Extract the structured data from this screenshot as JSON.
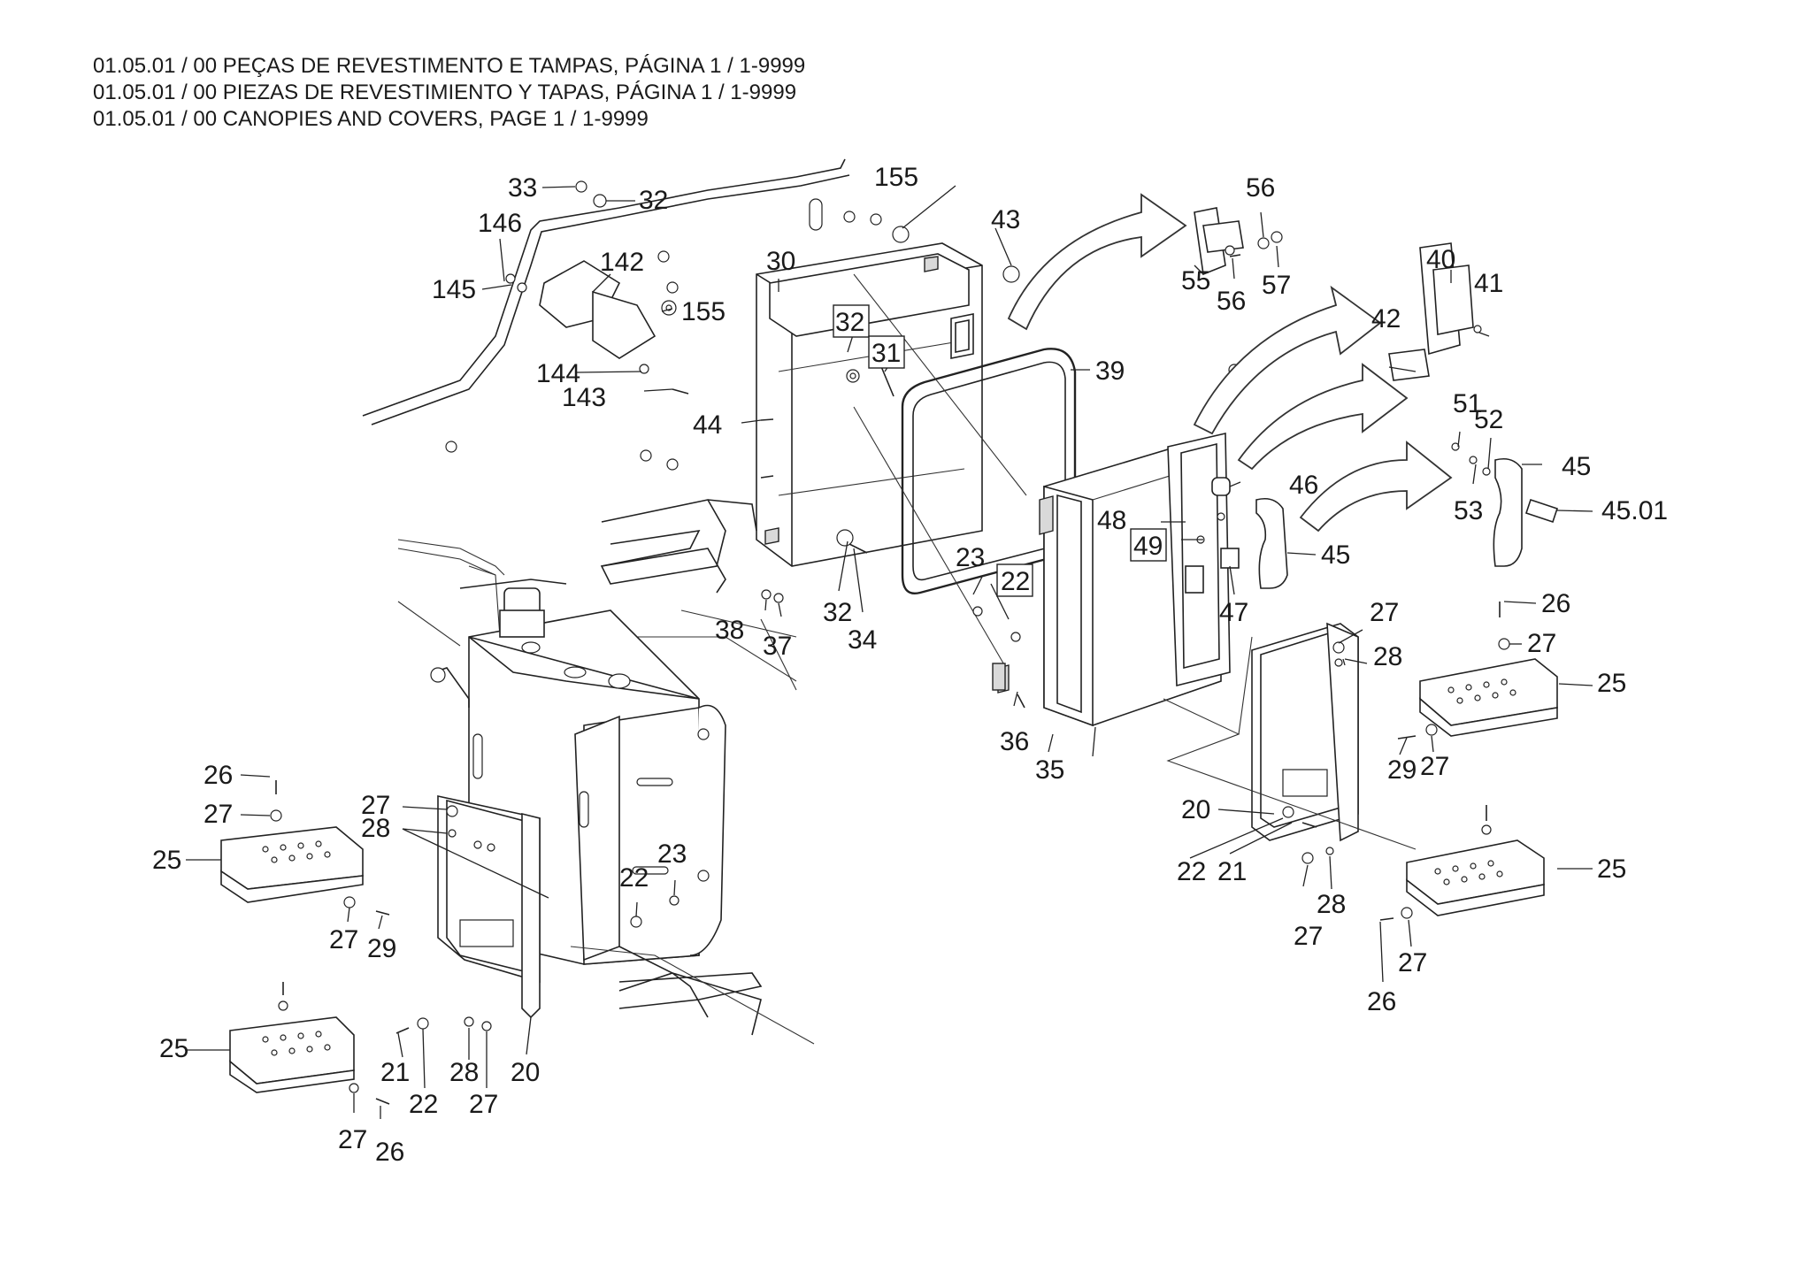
{
  "header": {
    "lines": [
      "01.05.01 / 00 PEÇAS DE REVESTIMENTO E TAMPAS, PÁGINA 1 / 1-9999",
      "01.05.01 / 00 PIEZAS DE REVESTIMIENTO Y TAPAS, PÁGINA 1 / 1-9999",
      "01.05.01 / 00 CANOPIES AND COVERS, PAGE 1 / 1-9999"
    ]
  },
  "callouts": [
    {
      "label": "33"
    },
    {
      "label": "32"
    },
    {
      "label": "155"
    },
    {
      "label": "43"
    },
    {
      "label": "56"
    },
    {
      "label": "146"
    },
    {
      "label": "142"
    },
    {
      "label": "30"
    },
    {
      "label": "145"
    },
    {
      "label": "155"
    },
    {
      "label": "32",
      "boxed": true
    },
    {
      "label": "31",
      "boxed": true
    },
    {
      "label": "55"
    },
    {
      "label": "56"
    },
    {
      "label": "57"
    },
    {
      "label": "40"
    },
    {
      "label": "41"
    },
    {
      "label": "42"
    },
    {
      "label": "39"
    },
    {
      "label": "144"
    },
    {
      "label": "143"
    },
    {
      "label": "44"
    },
    {
      "label": "51"
    },
    {
      "label": "52"
    },
    {
      "label": "45"
    },
    {
      "label": "46"
    },
    {
      "label": "53"
    },
    {
      "label": "45.01"
    },
    {
      "label": "48"
    },
    {
      "label": "49",
      "boxed": true
    },
    {
      "label": "45"
    },
    {
      "label": "23"
    },
    {
      "label": "22",
      "boxed": true
    },
    {
      "label": "47"
    },
    {
      "label": "38"
    },
    {
      "label": "32"
    },
    {
      "label": "34"
    },
    {
      "label": "37"
    },
    {
      "label": "26"
    },
    {
      "label": "27"
    },
    {
      "label": "28"
    },
    {
      "label": "27"
    },
    {
      "label": "25"
    },
    {
      "label": "36"
    },
    {
      "label": "29"
    },
    {
      "label": "27"
    },
    {
      "label": "35"
    },
    {
      "label": "26"
    },
    {
      "label": "27"
    },
    {
      "label": "20"
    },
    {
      "label": "27"
    },
    {
      "label": "28"
    },
    {
      "label": "25"
    },
    {
      "label": "22"
    },
    {
      "label": "21"
    },
    {
      "label": "25"
    },
    {
      "label": "22"
    },
    {
      "label": "23"
    },
    {
      "label": "28"
    },
    {
      "label": "27"
    },
    {
      "label": "27"
    },
    {
      "label": "29"
    },
    {
      "label": "27"
    },
    {
      "label": "26"
    },
    {
      "label": "25"
    },
    {
      "label": "21"
    },
    {
      "label": "28"
    },
    {
      "label": "22"
    },
    {
      "label": "27"
    },
    {
      "label": "20"
    },
    {
      "label": "27"
    },
    {
      "label": "26"
    }
  ]
}
